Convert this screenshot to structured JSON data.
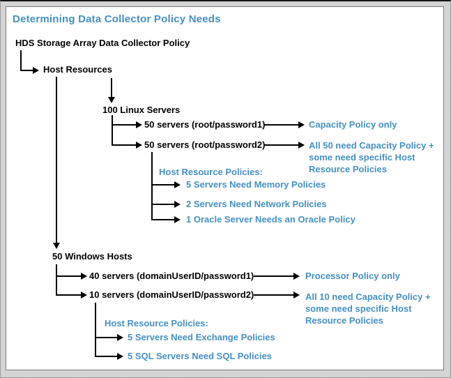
{
  "title": "Determining Data Collector Policy Needs",
  "colors": {
    "accent_blue": "#4590c5",
    "line_black": "#000000",
    "background": "#ffffff",
    "frame_gray": "#d5d5d5"
  },
  "tree": {
    "root": "HDS Storage Array Data Collector Policy",
    "host_resources": "Host Resources",
    "linux": {
      "label": "100 Linux Servers",
      "group1": {
        "label": "50 servers (root/password1)",
        "policy": "Capacity Policy only"
      },
      "group2": {
        "label": "50 servers (root/password2)",
        "policy": "All 50 need Capacity Policy +\nsome need specific Host\nResource Policies"
      },
      "host_policies_heading": "Host Resource Policies:",
      "sub_policies": [
        "5 Servers Need Memory Policies",
        "2 Servers Need Network Policies",
        "1 Oracle Server Needs an Oracle Policy"
      ]
    },
    "windows": {
      "label": "50 Windows Hosts",
      "group1": {
        "label": "40 servers (domainUserID/password1)",
        "policy": "Processor Policy only"
      },
      "group2": {
        "label": "10 servers (domainUserID/password2)",
        "policy": "All 10 need Capacity Policy +\nsome need specific Host\nResource Policies"
      },
      "host_policies_heading": "Host Resource Policies:",
      "sub_policies": [
        "5 Servers Need Exchange Policies",
        "5 SQL Servers Need SQL Policies"
      ]
    }
  }
}
